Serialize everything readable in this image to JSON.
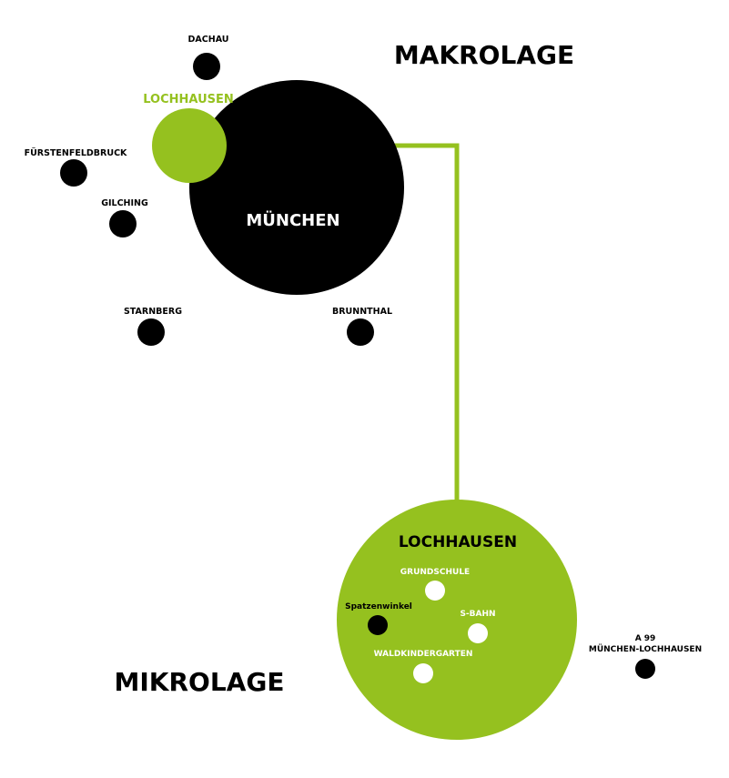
{
  "colors": {
    "accent": "#95c11f",
    "dark": "#000000",
    "light": "#ffffff"
  },
  "headings": {
    "makro": "MAKROLAGE",
    "mikro": "MIKROLAGE"
  },
  "makro": {
    "center_city": "MÜNCHEN",
    "highlight_city": "LOCHHAUSEN",
    "cities": [
      "DACHAU",
      "FÜRSTENFELDBRUCK",
      "GILCHING",
      "STARNBERG",
      "BRUNNTHAL"
    ]
  },
  "mikro": {
    "title": "LOCHHAUSEN",
    "points": [
      "GRUNDSCHULE",
      "Spatzenwinkel",
      "S-BAHN",
      "WALDKINDERGARTEN"
    ],
    "outside": {
      "line1": "A 99",
      "line2": "MÜNCHEN-LOCHHAUSEN"
    }
  }
}
